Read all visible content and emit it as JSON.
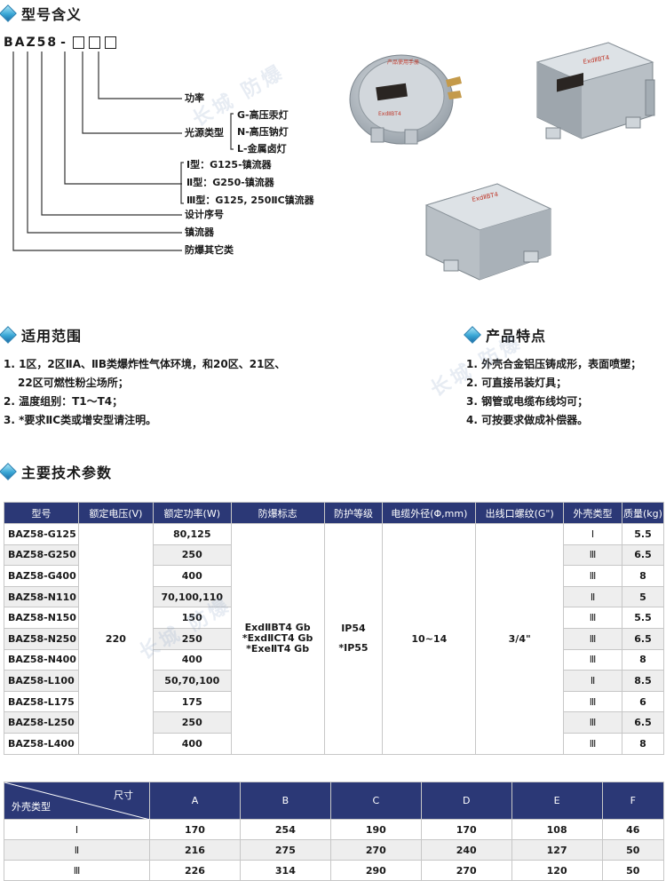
{
  "sections": {
    "model_meaning": "型号含义",
    "scope": "适用范围",
    "features": "产品特点",
    "params": "主要技术参数"
  },
  "model_code": {
    "prefix": "BAZ58",
    "dash": "-"
  },
  "model_labels": {
    "power": "功率",
    "light_source": "光源类型",
    "g": "G-高压汞灯",
    "n": "N-高压钠灯",
    "l": "L-金属卤灯",
    "type1": "Ⅰ型：G125-镇流器",
    "type2": "Ⅱ型：G250-镇流器",
    "type3": "Ⅲ型：G125, 250ⅡC镇流器",
    "design": "设计序号",
    "ballast": "镇流器",
    "ex": "防爆其它类"
  },
  "scope_items": [
    "1. 1区，2区ⅡA、ⅡB类爆炸性气体环境，和20区、21区、",
    "   22区可燃性粉尘场所；",
    "2. 温度组别：T1～T4；",
    "3. *要求ⅡC类或增安型请注明。"
  ],
  "feature_items": [
    "1. 外壳合金铝压铸成形，表面喷塑；",
    "2. 可直接吊装灯具；",
    "3. 钢管或电缆布线均可；",
    "4. 可按要求做成补偿器。"
  ],
  "params_table": {
    "headers": [
      "型号",
      "额定电压(V)",
      "额定功率(W)",
      "防爆标志",
      "防护等级",
      "电缆外径(Φ,mm)",
      "出线口螺纹(G\")",
      "外壳类型",
      "质量(kg)"
    ],
    "voltage": "220",
    "ex_mark": [
      "ExdⅡBT4 Gb",
      "*ExdⅡCT4 Gb",
      "*ExeⅡT4 Gb"
    ],
    "protection": [
      "IP54",
      "*IP55"
    ],
    "cable": "10~14",
    "thread": "3/4\"",
    "rows": [
      {
        "model": "BAZ58-G125",
        "power": "80,125",
        "shell": "Ⅰ",
        "mass": "5.5"
      },
      {
        "model": "BAZ58-G250",
        "power": "250",
        "shell": "Ⅲ",
        "mass": "6.5"
      },
      {
        "model": "BAZ58-G400",
        "power": "400",
        "shell": "Ⅲ",
        "mass": "8"
      },
      {
        "model": "BAZ58-N110",
        "power": "70,100,110",
        "shell": "Ⅱ",
        "mass": "5"
      },
      {
        "model": "BAZ58-N150",
        "power": "150",
        "shell": "Ⅲ",
        "mass": "5.5"
      },
      {
        "model": "BAZ58-N250",
        "power": "250",
        "shell": "Ⅲ",
        "mass": "6.5"
      },
      {
        "model": "BAZ58-N400",
        "power": "400",
        "shell": "Ⅲ",
        "mass": "8"
      },
      {
        "model": "BAZ58-L100",
        "power": "50,70,100",
        "shell": "Ⅱ",
        "mass": "8.5"
      },
      {
        "model": "BAZ58-L175",
        "power": "175",
        "shell": "Ⅲ",
        "mass": "6"
      },
      {
        "model": "BAZ58-L250",
        "power": "250",
        "shell": "Ⅲ",
        "mass": "6.5"
      },
      {
        "model": "BAZ58-L400",
        "power": "400",
        "shell": "Ⅲ",
        "mass": "8"
      }
    ]
  },
  "dims_table": {
    "corner_top": "尺寸",
    "corner_bottom": "外壳类型",
    "headers": [
      "A",
      "B",
      "C",
      "D",
      "E",
      "F"
    ],
    "rows": [
      {
        "type": "Ⅰ",
        "vals": [
          "170",
          "254",
          "190",
          "170",
          "108",
          "46"
        ]
      },
      {
        "type": "Ⅱ",
        "vals": [
          "216",
          "275",
          "270",
          "240",
          "127",
          "50"
        ]
      },
      {
        "type": "Ⅲ",
        "vals": [
          "226",
          "314",
          "290",
          "270",
          "120",
          "50"
        ]
      }
    ]
  },
  "plate_text": {
    "p1": "ExdⅡBT4",
    "p2": "ExdⅡBT4",
    "p3": "ExdⅡBT4"
  },
  "watermark": "长城 防爆"
}
